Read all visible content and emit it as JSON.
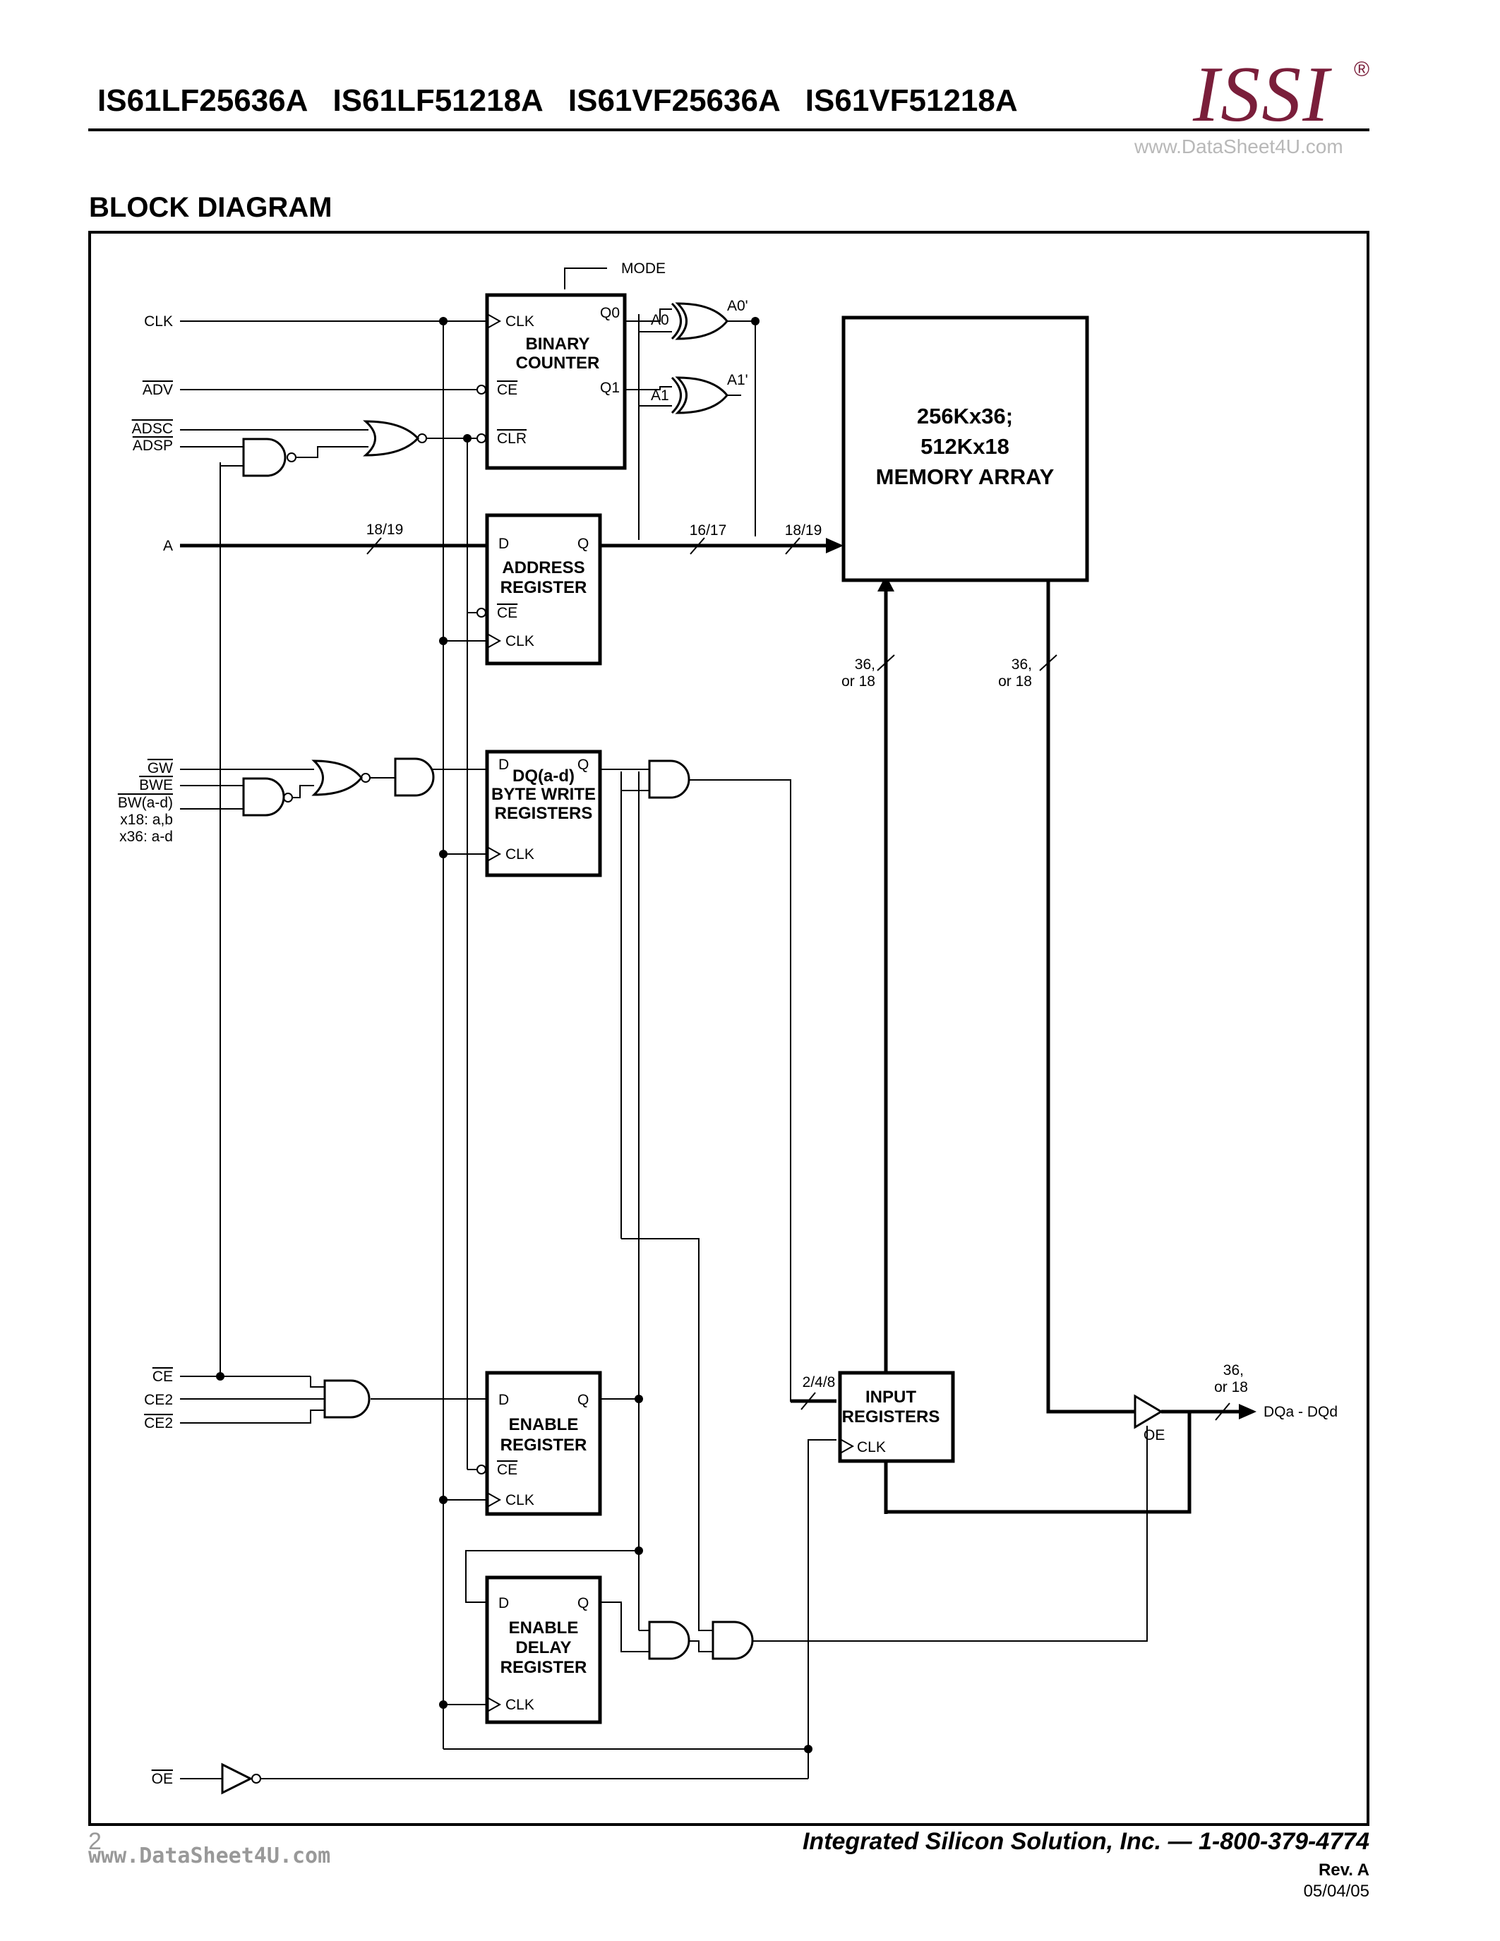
{
  "header": {
    "title": "IS61LF25636A   IS61LF51218A   IS61VF25636A   IS61VF51218A",
    "logo": "ISSI",
    "logo_mark": "®",
    "watermark": "www.DataSheet4U.com"
  },
  "section_title": "BLOCK DIAGRAM",
  "inputs": {
    "clk": "CLK",
    "adv": "ADV",
    "adsc": "ADSC",
    "adsp": "ADSP",
    "a": "A",
    "gw": "GW",
    "bwe": "BWE",
    "bw": "BW(a-d)",
    "x18": "x18: a,b",
    "x36": "x36: a-d",
    "ce": "CE",
    "ce2": "CE2",
    "ce2b": "CE2",
    "oe": "OE"
  },
  "blocks": {
    "binary_counter": {
      "line1": "BINARY",
      "line2": "COUNTER",
      "clk": "CLK",
      "ce": "CE",
      "clr": "CLR",
      "q0": "Q0",
      "q1": "Q1"
    },
    "address_register": {
      "line1": "ADDRESS",
      "line2": "REGISTER",
      "d": "D",
      "q": "Q",
      "ce": "CE",
      "clk": "CLK"
    },
    "byte_write": {
      "line1": "DQ(a-d)",
      "line2": "BYTE WRITE",
      "line3": "REGISTERS",
      "d": "D",
      "q": "Q",
      "clk": "CLK"
    },
    "enable_register": {
      "line1": "ENABLE",
      "line2": "REGISTER",
      "d": "D",
      "q": "Q",
      "ce": "CE",
      "clk": "CLK"
    },
    "enable_delay": {
      "line1": "ENABLE",
      "line2": "DELAY",
      "line3": "REGISTER",
      "d": "D",
      "q": "Q",
      "clk": "CLK"
    },
    "input_registers": {
      "line1": "INPUT",
      "line2": "REGISTERS",
      "clk": "CLK"
    },
    "memory_array": {
      "line1": "256Kx36;",
      "line2": "512Kx18",
      "line3": "MEMORY ARRAY"
    }
  },
  "signals": {
    "mode": "MODE",
    "a0": "A0",
    "a1": "A1",
    "a0p": "A0'",
    "a1p": "A1'",
    "bus_a": "18/19",
    "bus_q": "16/17",
    "bus_mem": "18/19",
    "bus_in_1": "36,",
    "bus_in_2": "or 18",
    "bus_out_1": "36,",
    "bus_out_2": "or 18",
    "bus_dq_1": "36,",
    "bus_dq_2": "or 18",
    "bus_248": "2/4/8",
    "oe_buf": "OE",
    "dq_out": "DQa - DQd"
  },
  "footer": {
    "page": "2",
    "watermark": "www.DataSheet4U.com",
    "company": "Integrated Silicon Solution, Inc. — 1-800-379-4774",
    "rev": "Rev.  A",
    "date": "05/04/05"
  }
}
